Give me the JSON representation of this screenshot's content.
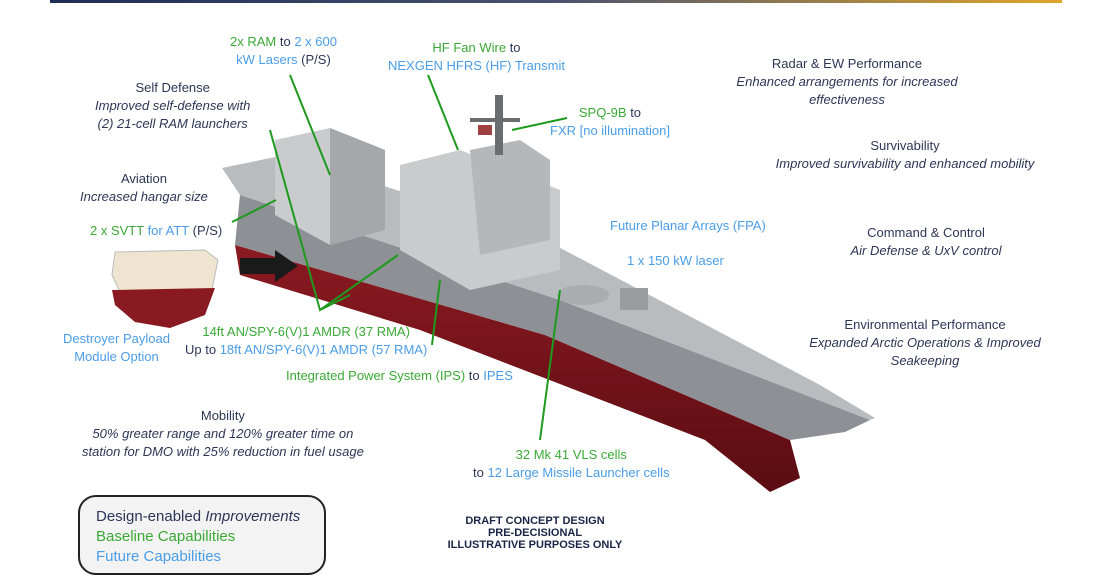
{
  "left": {
    "self_defense": {
      "title": "Self Defense",
      "desc1": "Improved self-defense with",
      "desc2": "(2) 21-cell RAM launchers"
    },
    "aviation": {
      "title": "Aviation",
      "desc": "Increased hangar size"
    },
    "svtt": {
      "a": "2 x SVTT",
      "b": " for ",
      "c": "ATT",
      "d": " (P/S)"
    },
    "dpm": {
      "line1": "Destroyer Payload",
      "line2": "Module Option"
    },
    "mobility": {
      "title": "Mobility",
      "desc1": "50% greater range and 120% greater time on",
      "desc2": "station for DMO with 25% reduction in fuel usage"
    }
  },
  "callouts": {
    "ram": {
      "a": "2x RAM",
      "b": " to ",
      "c": "2 x 600",
      "d": "kW Lasers",
      "e": " (P/S)"
    },
    "hf": {
      "a": "HF Fan Wire",
      "b": " to",
      "c": "NEXGEN HFRS (HF) Transmit"
    },
    "spq": {
      "a": "SPQ-9B",
      "b": " to",
      "c": "FXR [no illumination]"
    },
    "fpa": "Future Planar Arrays (FPA)",
    "laser": "1 x 150 kW laser",
    "amdr": {
      "a": "14ft AN/SPY-6(V)1 AMDR (37 RMA)",
      "b": "Up to ",
      "c": "18ft AN/SPY-6(V)1 AMDR (57 RMA)"
    },
    "ips": {
      "a": "Integrated Power System (IPS)",
      "b": " to ",
      "c": "IPES"
    },
    "vls": {
      "a": "32 Mk 41 VLS cells",
      "b": "to ",
      "c": "12 Large Missile Launcher cells"
    }
  },
  "right": {
    "radar": {
      "title": "Radar & EW Performance",
      "desc1": "Enhanced arrangements for increased",
      "desc2": "effectiveness"
    },
    "surv": {
      "title": "Survivability",
      "desc": "Improved survivability and enhanced mobility"
    },
    "c2": {
      "title": "Command & Control",
      "desc": "Air Defense & UxV control"
    },
    "env": {
      "title": "Environmental Performance",
      "desc1": "Expanded Arctic Operations & Improved",
      "desc2": "Seakeeping"
    }
  },
  "legend": {
    "l1a": "Design-enabled ",
    "l1b": "Improvements",
    "l2": "Baseline Capabilities",
    "l3": "Future Capabilities"
  },
  "draft": {
    "l1": "DRAFT CONCEPT DESIGN",
    "l2": "PRE-DECISIONAL",
    "l3": "ILLUSTRATIVE PURPOSES ONLY"
  },
  "colors": {
    "baseline": "#3aa935",
    "future": "#4a9de8",
    "design": "#2d3657"
  }
}
